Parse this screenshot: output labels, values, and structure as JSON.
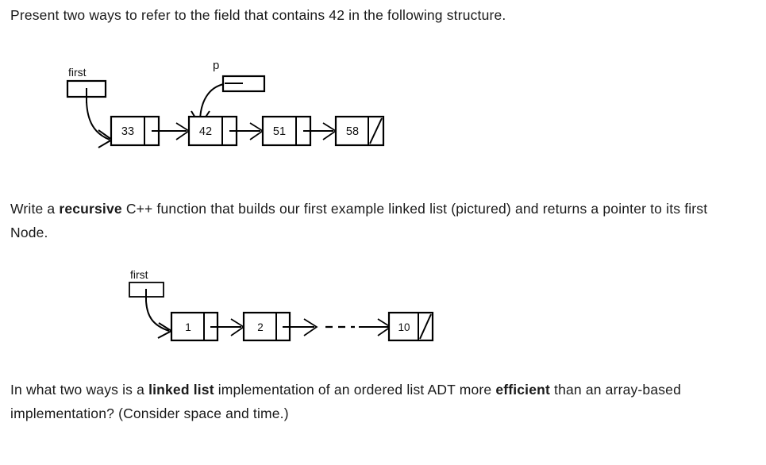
{
  "document": {
    "questions": [
      {
        "id": "q1",
        "text": "Present two ways to refer to the field that contains 42 in the following structure."
      },
      {
        "id": "q2",
        "parts": [
          {
            "text": "Write a ",
            "bold": false
          },
          {
            "text": "recursive",
            "bold": true
          },
          {
            "text": " C++ function that builds our first example linked list (pictured) and returns a pointer to its first Node.",
            "bold": false
          }
        ]
      },
      {
        "id": "q3",
        "parts": [
          {
            "text": "In what two ways is a ",
            "bold": false
          },
          {
            "text": "linked list",
            "bold": true
          },
          {
            "text": " implementation of an ordered list ADT more ",
            "bold": false
          },
          {
            "text": "efficient",
            "bold": true
          },
          {
            "text": " than an array-based implementation? (Consider space and time.)",
            "bold": false
          }
        ]
      }
    ]
  },
  "diagram1": {
    "caption_head_label": "first",
    "caption_pointer_label": "p",
    "nodes": [
      {
        "value": "33",
        "has_null": false
      },
      {
        "value": "42",
        "has_null": false
      },
      {
        "value": "51",
        "has_null": false
      },
      {
        "value": "58",
        "has_null": true
      }
    ],
    "pointer_target_value": "42",
    "head_target_value": "33",
    "colors": {
      "stroke": "#000000",
      "fill": "#ffffff",
      "text": "#111111"
    }
  },
  "diagram2": {
    "caption_head_label": "first",
    "nodes": [
      {
        "value": "1",
        "has_null": false
      },
      {
        "value": "2",
        "has_null": false
      },
      {
        "value": "10",
        "has_null": true
      }
    ],
    "ellipsis_style": "dashed-line",
    "head_target_value": "1",
    "colors": {
      "stroke": "#000000",
      "fill": "#ffffff",
      "text": "#111111"
    }
  }
}
